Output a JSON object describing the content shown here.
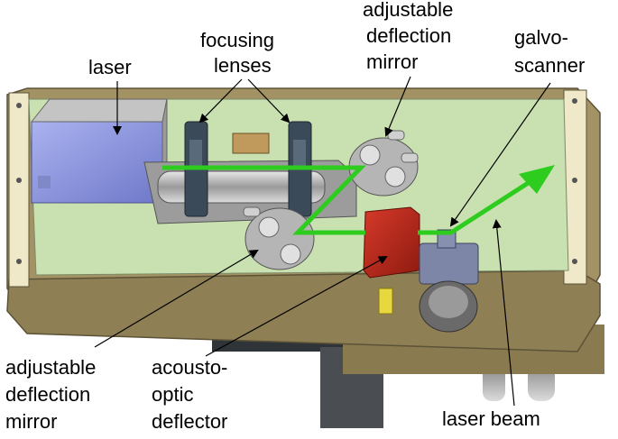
{
  "labels": {
    "laser": "laser",
    "focusing_lenses": [
      "focusing",
      "lenses"
    ],
    "adjustable_mirror_top": [
      "adjustable",
      "deflection",
      "mirror"
    ],
    "galvo_scanner": [
      "galvo-",
      "scanner"
    ],
    "adjustable_mirror_bottom": [
      "adjustable",
      "deflection",
      "mirror"
    ],
    "aod": [
      "acousto-",
      "optic",
      "deflector"
    ],
    "laser_beam": "laser beam"
  },
  "colors": {
    "beam": "#2ecc1f",
    "base_plate": "#c9e0b0",
    "enclosure": "#9c8a5c",
    "laser_body": "#9aa3e0",
    "aod_body": "#c0281c",
    "metal": "#b8b8b8"
  }
}
